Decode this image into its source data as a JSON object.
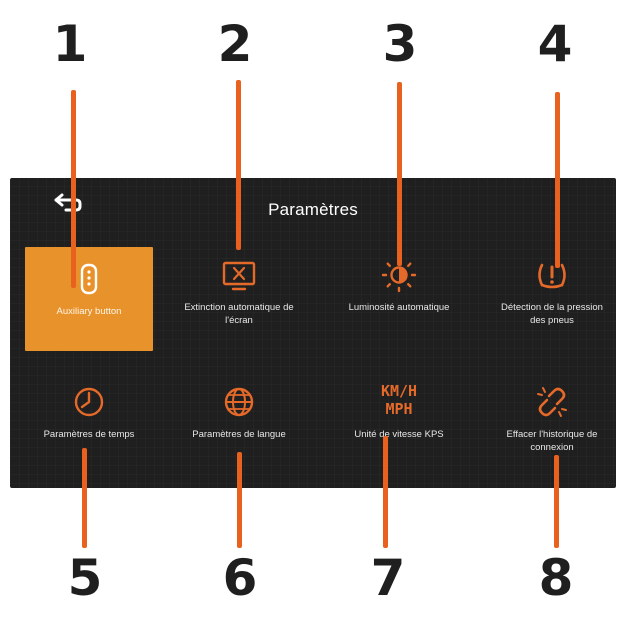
{
  "callouts": {
    "top": [
      "1",
      "2",
      "3",
      "4"
    ],
    "bottom": [
      "5",
      "6",
      "7",
      "8"
    ]
  },
  "screen": {
    "title": "Paramètres",
    "back_icon": "back-arrow-icon"
  },
  "tiles": [
    {
      "label": "Auxiliary button",
      "icon": "remote-control-icon",
      "active": true
    },
    {
      "label": "Extinction automatique de l'écran",
      "icon": "screen-off-icon",
      "active": false
    },
    {
      "label": "Luminosité automatique",
      "icon": "brightness-icon",
      "active": false
    },
    {
      "label": "Détection de la pression des pneus",
      "icon": "tire-pressure-warning-icon",
      "active": false
    },
    {
      "label": "Paramètres de temps",
      "icon": "clock-icon",
      "active": false
    },
    {
      "label": "Paramètres de langue",
      "icon": "globe-icon",
      "active": false
    },
    {
      "label": "Unité de vitesse KPS",
      "icon": "speed-unit-icon",
      "icon_text": [
        "KM/H",
        "MPH"
      ],
      "active": false
    },
    {
      "label": "Effacer l'historique de connexion",
      "icon": "broken-link-icon",
      "active": false
    }
  ],
  "colors": {
    "accent": "#e8922c",
    "leader": "#e8611f",
    "icon": "#e56a2a",
    "screen_bg": "#1f1f1f"
  }
}
